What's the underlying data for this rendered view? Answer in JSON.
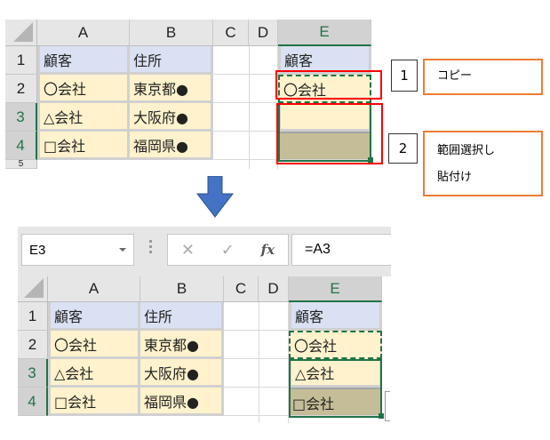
{
  "columns": [
    "A",
    "B",
    "C",
    "D",
    "E"
  ],
  "rows": [
    "1",
    "2",
    "3",
    "4",
    "5"
  ],
  "before": {
    "cells": {
      "A1": "顧客",
      "B1": "住所",
      "A2": "〇会社",
      "B2": "東京都●",
      "A3": "△会社",
      "B3": "大阪府●",
      "A4": "□会社",
      "B4": "福岡県●",
      "E1": "顧客",
      "E2": "〇会社"
    }
  },
  "after": {
    "name_box": "E3",
    "formula": "=A3",
    "cancel_icon": "✕",
    "enter_icon": "✓",
    "fx_label": "fx",
    "cells": {
      "A1": "顧客",
      "B1": "住所",
      "A2": "〇会社",
      "B2": "東京都●",
      "A3": "△会社",
      "B3": "大阪府●",
      "A4": "□会社",
      "B4": "福岡県●",
      "E1": "顧客",
      "E2": "〇会社",
      "E3": "△会社",
      "E4": "□会社"
    }
  },
  "callouts": [
    {
      "number": "1",
      "text": "コピー"
    },
    {
      "number": "2",
      "text": "範囲選択し",
      "text2": "貼付け"
    }
  ],
  "colors": {
    "copy_border": "#217346",
    "highlight": "#ff0000",
    "callout_border": "#ed7d31",
    "arrow": "#4472c4"
  }
}
